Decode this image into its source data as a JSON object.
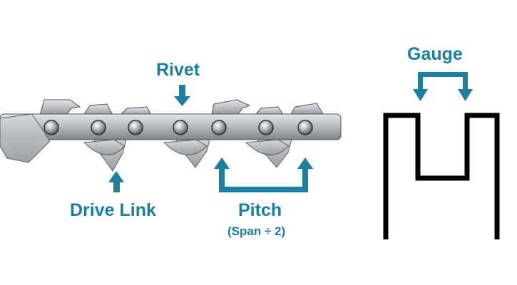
{
  "labels": {
    "rivet": "Rivet",
    "drive_link": "Drive Link",
    "pitch": "Pitch",
    "pitch_note": "(Span ÷ 2)",
    "gauge": "Gauge"
  },
  "colors": {
    "accent": "#1a7fa0",
    "chain_metal": "#b9bcbf",
    "chain_dark": "#3e4246",
    "rivet_head": "#8d9196",
    "outline": "#000000",
    "background": "#ffffff"
  },
  "icons": {
    "rivet_arrow": "down-arrow-icon",
    "drive_link_arrow": "up-arrow-icon",
    "pitch_bracket": "bracket-arrows-icon",
    "gauge_bracket": "bracket-arrows-icon"
  }
}
